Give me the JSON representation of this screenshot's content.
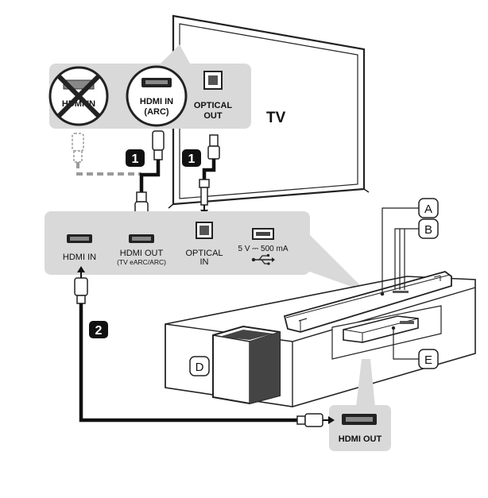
{
  "tv": {
    "label": "TV",
    "ports": {
      "hdmi_in": "HDMI IN",
      "hdmi_in_arc_line1": "HDMI IN",
      "hdmi_in_arc_line2": "(ARC)",
      "optical_out_line1": "OPTICAL",
      "optical_out_line2": "OUT"
    }
  },
  "soundbar": {
    "ports": {
      "hdmi_in": "HDMI IN",
      "hdmi_out_line1": "HDMI OUT",
      "hdmi_out_line2": "(TV eARC/ARC)",
      "optical_in_line1": "OPTICAL",
      "optical_in_line2": "IN",
      "usb": "5 V ⎓ 500 mA"
    }
  },
  "source_device": {
    "hdmi_out": "HDMI OUT"
  },
  "steps": {
    "step1": "1",
    "step2": "2"
  },
  "callouts": {
    "a": "A",
    "b": "B",
    "d": "D",
    "e": "E"
  },
  "colors": {
    "panel": "#d9d9d9",
    "cable": "#111111",
    "cross": "#222222",
    "dashed": "#9a9a9a"
  }
}
